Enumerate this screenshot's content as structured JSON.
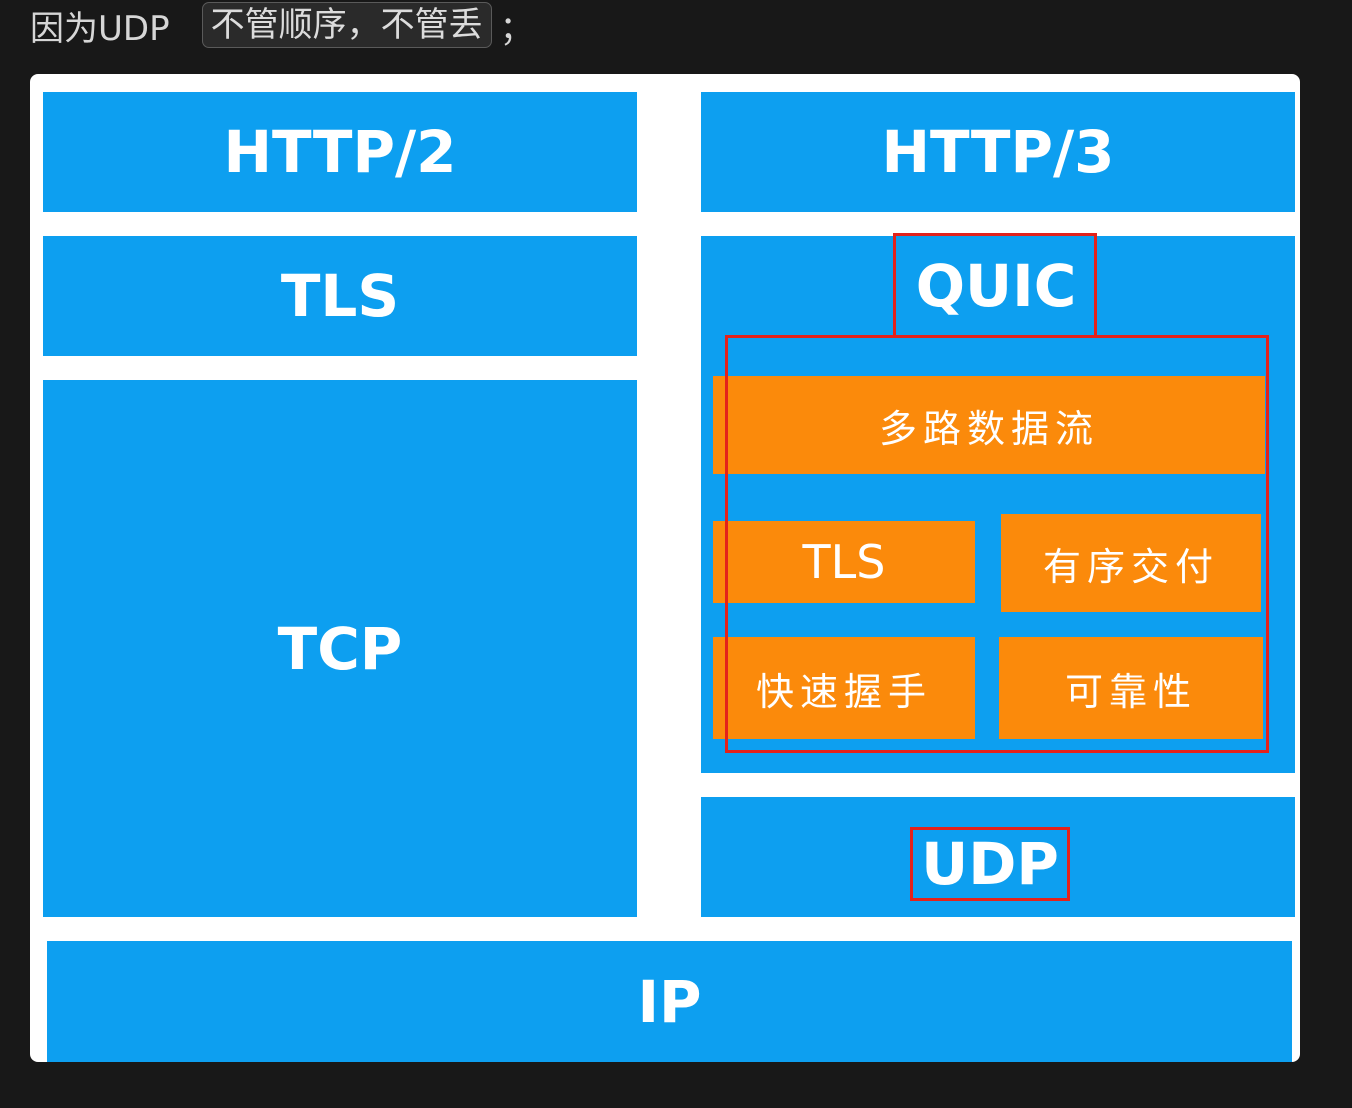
{
  "caption": {
    "prefix": "因为UDP",
    "code": "不管顺序，不管丢",
    "suffix": "；"
  },
  "diagram": {
    "http2": "HTTP/2",
    "http3": "HTTP/3",
    "tls_left": "TLS",
    "tcp": "TCP",
    "quic": "QUIC",
    "multiplex": "多路数据流",
    "tls_quic": "TLS",
    "ordered": "有序交付",
    "fast_handshake": "快速握手",
    "reliability": "可靠性",
    "udp": "UDP",
    "ip": "IP"
  },
  "colors": {
    "layer_blue": "#0d9ff0",
    "feature_orange": "#fb8a0b",
    "highlight_red": "#e3221b"
  }
}
